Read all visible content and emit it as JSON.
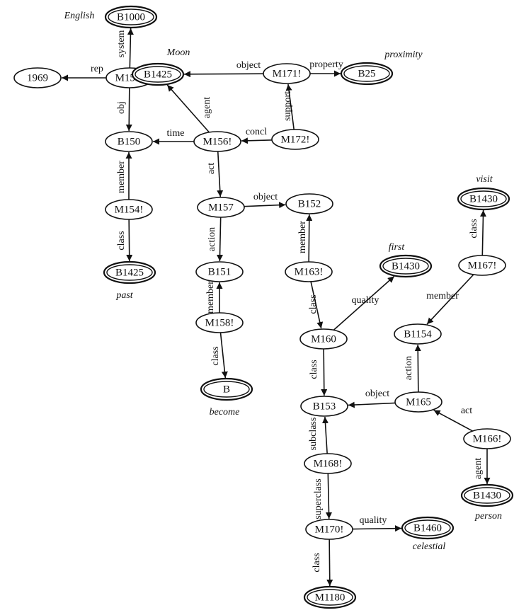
{
  "diagram": {
    "nodes": [
      {
        "id": "B1000",
        "label": "B1000",
        "base": true,
        "lex": "English"
      },
      {
        "id": "N1969",
        "label": "1969",
        "base": false
      },
      {
        "id": "M155",
        "label": "M155!",
        "base": false
      },
      {
        "id": "B1425a",
        "label": "B1425",
        "base": true,
        "lex": "Moon"
      },
      {
        "id": "M171",
        "label": "M171!",
        "base": false
      },
      {
        "id": "B25",
        "label": "B25",
        "base": true,
        "lex": "proximity"
      },
      {
        "id": "B150",
        "label": "B150",
        "base": false
      },
      {
        "id": "M156",
        "label": "M156!",
        "base": false
      },
      {
        "id": "M172",
        "label": "M172!",
        "base": false
      },
      {
        "id": "M154",
        "label": "M154!",
        "base": false
      },
      {
        "id": "M157",
        "label": "M157",
        "base": false
      },
      {
        "id": "B152",
        "label": "B152",
        "base": false
      },
      {
        "id": "B1425b",
        "label": "B1425",
        "base": true,
        "lex": "past"
      },
      {
        "id": "B151",
        "label": "B151",
        "base": false
      },
      {
        "id": "M163",
        "label": "M163!",
        "base": false
      },
      {
        "id": "B1430a",
        "label": "B1430",
        "base": true,
        "lex": "first"
      },
      {
        "id": "B1430b",
        "label": "B1430",
        "base": true,
        "lex": "visit"
      },
      {
        "id": "M167",
        "label": "M167!",
        "base": false
      },
      {
        "id": "M158",
        "label": "M158!",
        "base": false
      },
      {
        "id": "M160",
        "label": "M160",
        "base": false
      },
      {
        "id": "B1154",
        "label": "B1154",
        "base": false
      },
      {
        "id": "B",
        "label": "B",
        "base": true,
        "lex": "become"
      },
      {
        "id": "B153",
        "label": "B153",
        "base": false
      },
      {
        "id": "M165",
        "label": "M165",
        "base": false
      },
      {
        "id": "M166",
        "label": "M166!",
        "base": false
      },
      {
        "id": "M168",
        "label": "M168!",
        "base": false
      },
      {
        "id": "B1430c",
        "label": "B1430",
        "base": true,
        "lex": "person"
      },
      {
        "id": "M170",
        "label": "M170!",
        "base": false
      },
      {
        "id": "B1460",
        "label": "B1460",
        "base": true,
        "lex": "celestial"
      },
      {
        "id": "M1180",
        "label": "M1180",
        "base": true
      }
    ],
    "edges": [
      {
        "from": "M155",
        "to": "B1000",
        "label": "system"
      },
      {
        "from": "M155",
        "to": "N1969",
        "label": "rep"
      },
      {
        "from": "M155",
        "to": "B150",
        "label": "obj"
      },
      {
        "from": "M154",
        "to": "B150",
        "label": "member"
      },
      {
        "from": "M154",
        "to": "B1425b",
        "label": "class"
      },
      {
        "from": "M156",
        "to": "B150",
        "label": "time"
      },
      {
        "from": "M156",
        "to": "B1425a",
        "label": "agent"
      },
      {
        "from": "M156",
        "to": "M157",
        "label": "act"
      },
      {
        "from": "M171",
        "to": "B1425a",
        "label": "object"
      },
      {
        "from": "M171",
        "to": "B25",
        "label": "property"
      },
      {
        "from": "M172",
        "to": "M171",
        "label": "support"
      },
      {
        "from": "M172",
        "to": "M156",
        "label": "concl"
      },
      {
        "from": "M157",
        "to": "B152",
        "label": "object"
      },
      {
        "from": "M157",
        "to": "B151",
        "label": "action"
      },
      {
        "from": "M158",
        "to": "B151",
        "label": "member"
      },
      {
        "from": "M158",
        "to": "B",
        "label": "class"
      },
      {
        "from": "M163",
        "to": "B152",
        "label": "member"
      },
      {
        "from": "M163",
        "to": "M160",
        "label": "class"
      },
      {
        "from": "M160",
        "to": "B1430a",
        "label": "quality"
      },
      {
        "from": "M160",
        "to": "B153",
        "label": "class"
      },
      {
        "from": "M167",
        "to": "B1430b",
        "label": "class"
      },
      {
        "from": "M167",
        "to": "B1154",
        "label": "member"
      },
      {
        "from": "M165",
        "to": "B1154",
        "label": "action"
      },
      {
        "from": "M165",
        "to": "B153",
        "label": "object"
      },
      {
        "from": "M166",
        "to": "M165",
        "label": "act"
      },
      {
        "from": "M166",
        "to": "B1430c",
        "label": "agent"
      },
      {
        "from": "M168",
        "to": "B153",
        "label": "subclass"
      },
      {
        "from": "M168",
        "to": "M170",
        "label": "superclass"
      },
      {
        "from": "M170",
        "to": "B1460",
        "label": "quality"
      },
      {
        "from": "M170",
        "to": "M1180",
        "label": "class"
      }
    ]
  }
}
